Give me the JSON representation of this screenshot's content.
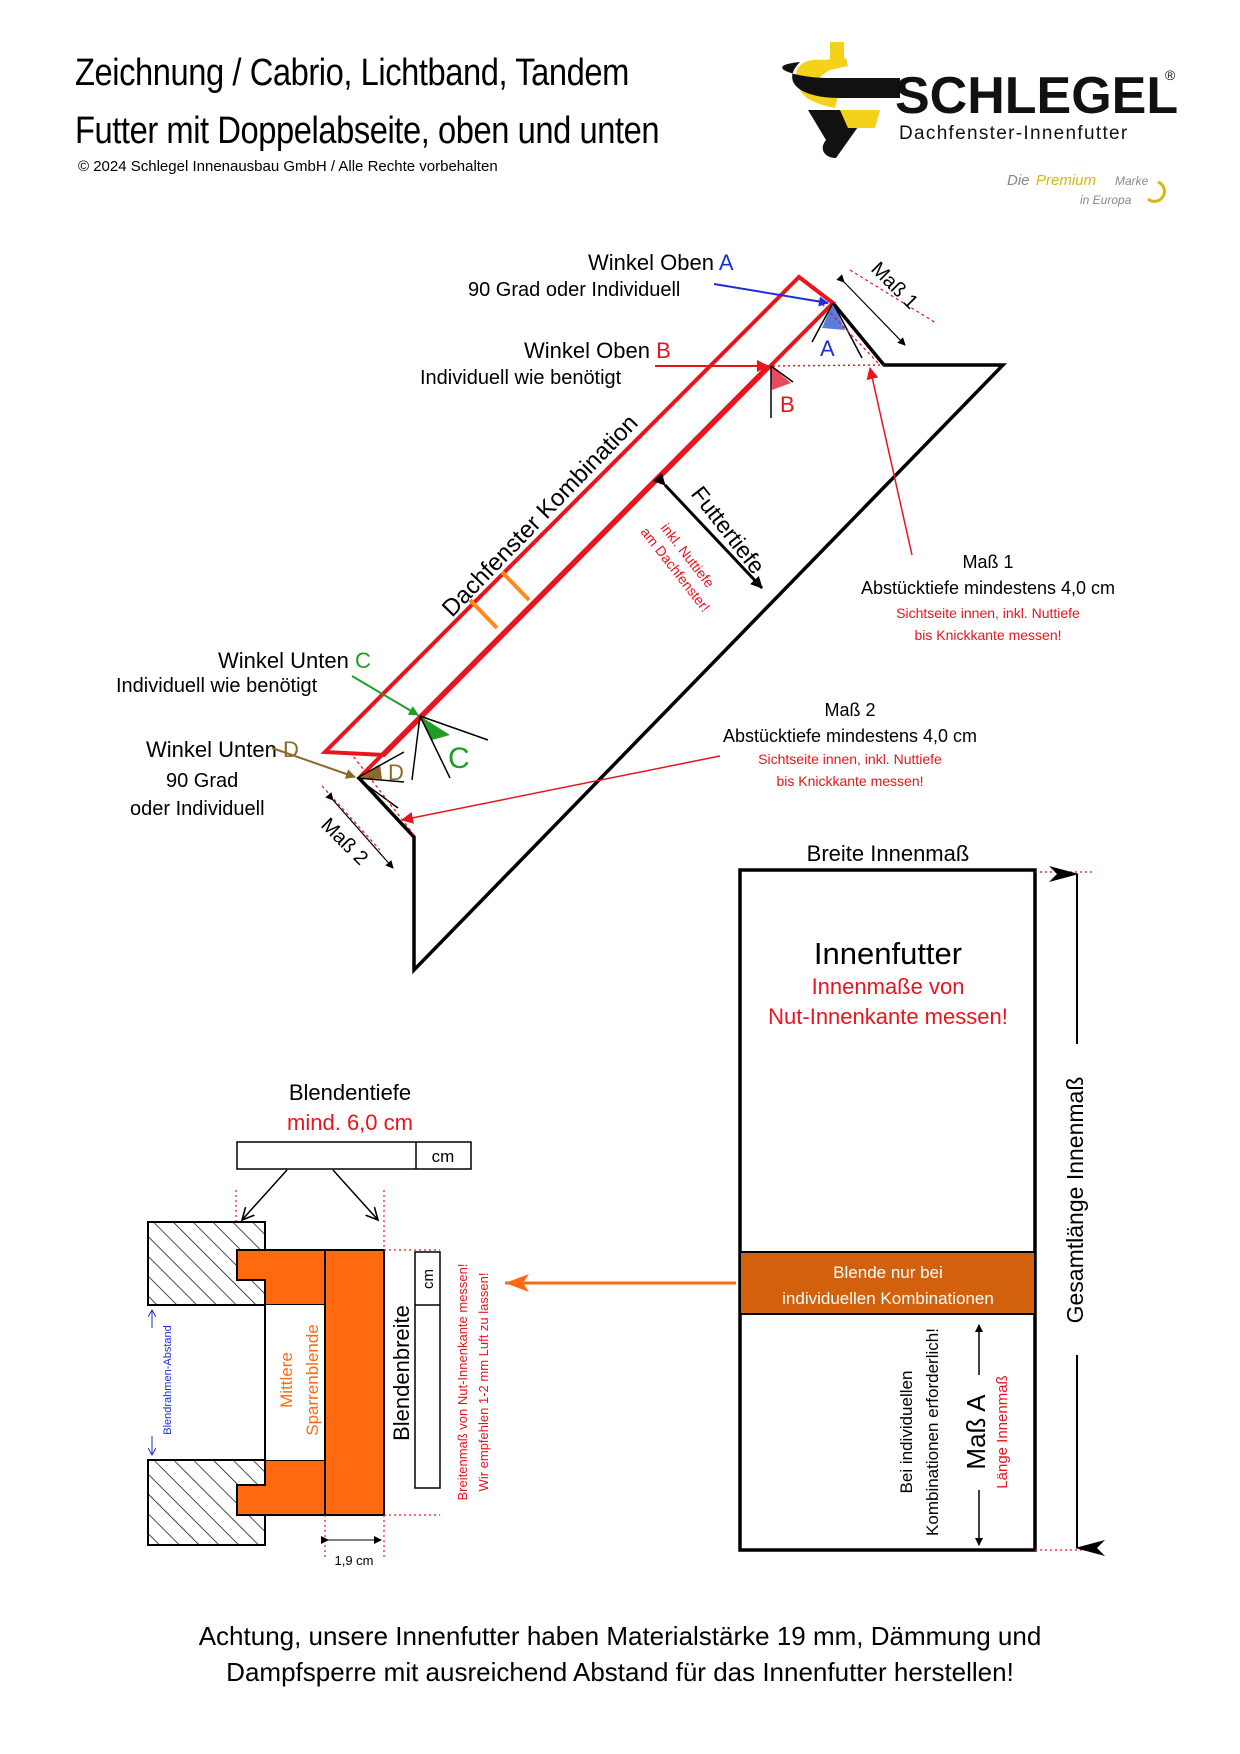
{
  "header": {
    "title_line1": "Zeichnung / Cabrio, Lichtband, Tandem",
    "title_line2": "Futter mit Doppelabseite, oben und unten",
    "copyright": "© 2024 Schlegel Innenausbau GmbH / Alle Rechte vorbehalten"
  },
  "logo": {
    "brand": "SCHLEGEL",
    "registered": "®",
    "subtitle": "Dachfenster-Innenfutter",
    "tagline_1": "Die",
    "tagline_premium": "Premium",
    "tagline_2": "Marke",
    "tagline_3": "in Europa"
  },
  "colors": {
    "red": "#e8141e",
    "blue": "#1a2ee0",
    "green": "#1f9e23",
    "brown": "#8a6a2a",
    "orange": "#ff6a10",
    "blende_brown": "#d2600c",
    "yellow": "#f5d21a"
  },
  "section_view": {
    "label_angle_a_1": "Winkel Oben",
    "label_angle_a_letter": "A",
    "label_angle_a_2": "90 Grad oder Individuell",
    "label_angle_b_1": "Winkel Oben",
    "label_angle_b_letter": "B",
    "label_angle_b_2": "Individuell wie benötigt",
    "label_angle_c_1": "Winkel Unten",
    "label_angle_c_letter": "C",
    "label_angle_c_2": "Individuell wie benötigt",
    "label_angle_d_1": "Winkel Unten",
    "label_angle_d_letter": "D",
    "label_angle_d_2": "90 Grad",
    "label_angle_d_3": "oder Individuell",
    "marker_a": "A",
    "marker_b": "B",
    "marker_c": "C",
    "marker_d": "D",
    "window_label": "Dachfenster Kombination",
    "depth_label": "Futtertiefe",
    "depth_note_1": "inkl. Nuttiefe",
    "depth_note_2": "am Dachfenster!",
    "mass1_tag": "Maß 1",
    "mass2_tag": "Maß 2",
    "mass1_title": "Maß 1",
    "mass1_text": "Abstücktiefe mindestens 4,0 cm",
    "mass1_note_1": "Sichtseite innen, inkl. Nuttiefe",
    "mass1_note_2": "bis Knickkante messen!",
    "mass2_title": "Maß 2",
    "mass2_text": "Abstücktiefe mindestens 4,0 cm",
    "mass2_note_1": "Sichtseite innen, inkl. Nuttiefe",
    "mass2_note_2": "bis Knickkante messen!"
  },
  "front_view": {
    "width_label": "Breite Innenmaß",
    "title": "Innenfutter",
    "note_1": "Innenmaße von",
    "note_2": "Nut-Innenkante messen!",
    "blende_1": "Blende nur bei",
    "blende_2": "individuellen  Kombinationen",
    "side_note_1": "Bei individuellen",
    "side_note_2": "Kombinationen erforderlich!",
    "mass_a": "Maß A",
    "mass_a_note": "Länge Innenmaß",
    "total_length": "Gesamtlänge Innenmaß"
  },
  "blende_detail": {
    "depth_title": "Blendentiefe",
    "depth_min": "mind. 6,0 cm",
    "depth_unit": "cm",
    "frame_distance": "Blendrahmen-Abstand",
    "middle_1": "Mittlere",
    "middle_2": "Sparrenblende",
    "width_label": "Blendenbreite",
    "width_unit": "cm",
    "width_note_1": "Breitenmaß von Nut-Innenkante messen!",
    "width_note_2": "Wir empfehlen 1-2 mm Luft zu lassen!",
    "thickness": "1,9 cm"
  },
  "footer": {
    "line1": "Achtung, unsere Innenfutter haben Materialstärke 19 mm, Dämmung und",
    "line2": "Dampfsperre mit ausreichend Abstand für das Innenfutter herstellen!"
  }
}
